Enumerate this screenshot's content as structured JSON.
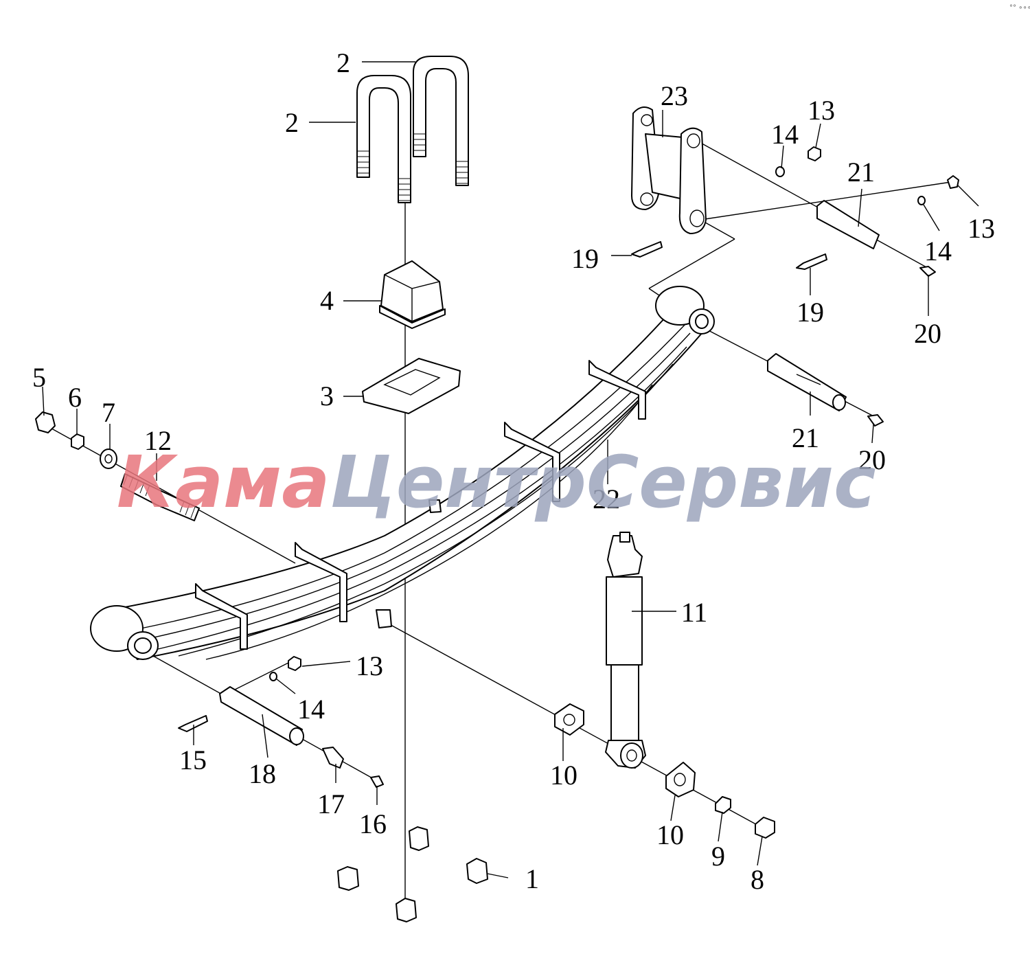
{
  "diagram": {
    "labels": [
      "1",
      "2",
      "3",
      "4",
      "5",
      "6",
      "7",
      "8",
      "9",
      "10",
      "11",
      "12",
      "13",
      "14",
      "15",
      "16",
      "17",
      "18",
      "19",
      "20",
      "21",
      "22",
      "23"
    ],
    "watermark": {
      "part1": "Кама",
      "part2": "Центр",
      "part3": "Сервис",
      "color1": "#e8767d",
      "color2": "#9da5bd"
    },
    "corner_mark": "°° ∘∘∘"
  }
}
